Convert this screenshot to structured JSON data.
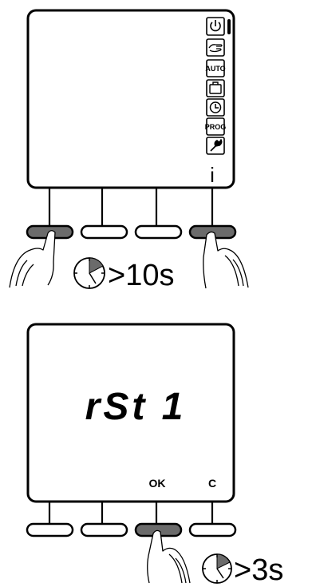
{
  "top_panel": {
    "mode_icons": [
      {
        "name": "power-icon"
      },
      {
        "name": "hand-icon"
      },
      {
        "name": "auto-icon",
        "text": "AUTO"
      },
      {
        "name": "suitcase-icon"
      },
      {
        "name": "clock-icon"
      },
      {
        "name": "prog-icon",
        "text": "PROG"
      },
      {
        "name": "wrench-icon"
      }
    ],
    "info_label": "i",
    "hold_time": ">10s"
  },
  "bottom_panel": {
    "display_text": "rSt 1",
    "ok_label": "OK",
    "c_label": "C",
    "hold_time": ">3s"
  },
  "colors": {
    "pressed_button": "#6b6b6b",
    "outline": "#000000"
  }
}
